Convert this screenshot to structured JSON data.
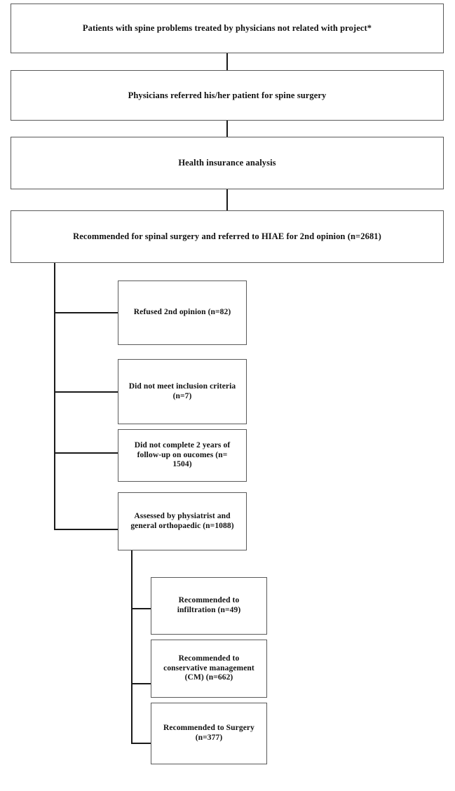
{
  "diagram": {
    "title": "Patient flow diagram for spine surgery second opinion program",
    "type": "flowchart",
    "colors": {
      "box_border": "#5a5a5a",
      "connector": "#1a1a1a",
      "background": "#ffffff",
      "text": "#111111"
    },
    "main_chain": [
      {
        "id": "patients-treated",
        "text": "Patients with spine problems treated by physicians not related with project*"
      },
      {
        "id": "referred-for-surgery",
        "text": "Physicians referred his/her patient for spine surgery"
      },
      {
        "id": "health-insurance-analysis",
        "text": "Health insurance analysis"
      },
      {
        "id": "recommended-second-opinion",
        "text": "Recommended  for  spinal surgery and referred to HIAE for 2nd opinion (n=2681)",
        "count": 2681
      }
    ],
    "branches": [
      {
        "id": "refused-second-opinion",
        "text": "Refused  2nd opinion (n=82)",
        "count": 82
      },
      {
        "id": "did-not-meet-inclusion",
        "text": "Did not meet inclusion criteria\n(n=7)",
        "count": 7
      },
      {
        "id": "did-not-complete-followup",
        "text": "Did not complete 2 years of\nfollow-up on oucomes (n=\n1504)",
        "count": 1504
      },
      {
        "id": "assessed-by-physiatrist",
        "text": "Assessed by physiatrist and\ngeneral orthopaedic (n=1088)",
        "count": 1088
      }
    ],
    "outcomes": [
      {
        "id": "recommended-infiltration",
        "text": "Recommended  to\ninfiltration (n=49)",
        "count": 49
      },
      {
        "id": "recommended-conservative",
        "text": "Recommended  to\nconservative management\n(CM) (n=662)",
        "count": 662
      },
      {
        "id": "recommended-surgery",
        "text": "Recommended  to Surgery\n(n=377)",
        "count": 377
      }
    ]
  }
}
